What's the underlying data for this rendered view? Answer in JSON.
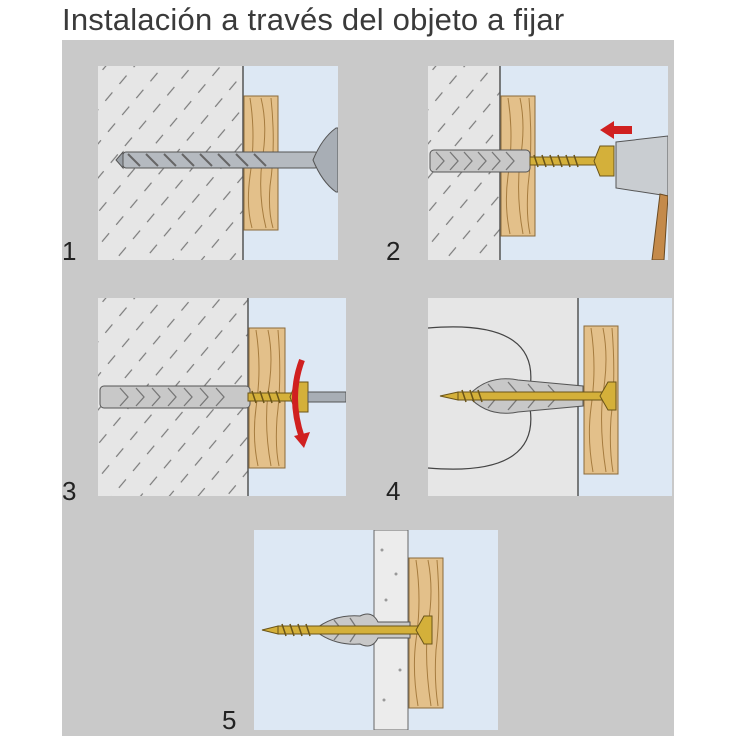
{
  "title": "Instalación a través del objeto a fijar",
  "steps": [
    {
      "number": "1"
    },
    {
      "number": "2"
    },
    {
      "number": "3"
    },
    {
      "number": "4"
    },
    {
      "number": "5"
    }
  ],
  "colors": {
    "page_background": "#c9c9c9",
    "wall_fill": "#e6e6e6",
    "wall_hatch": "#7a7a7a",
    "sky_fill": "#dde8f4",
    "wood_fill": "#e3c08a",
    "wood_grain": "#a67c3f",
    "screw_brass": "#d4b03a",
    "plug_grey": "#c8c8c8",
    "drill_steel": "#9aa0a6",
    "arrow_red": "#d02020"
  },
  "icons": [
    "drill-bit-icon",
    "hammer-icon",
    "push-arrow-icon",
    "rotation-arrow-icon",
    "screw-icon",
    "wall-plug-icon"
  ]
}
